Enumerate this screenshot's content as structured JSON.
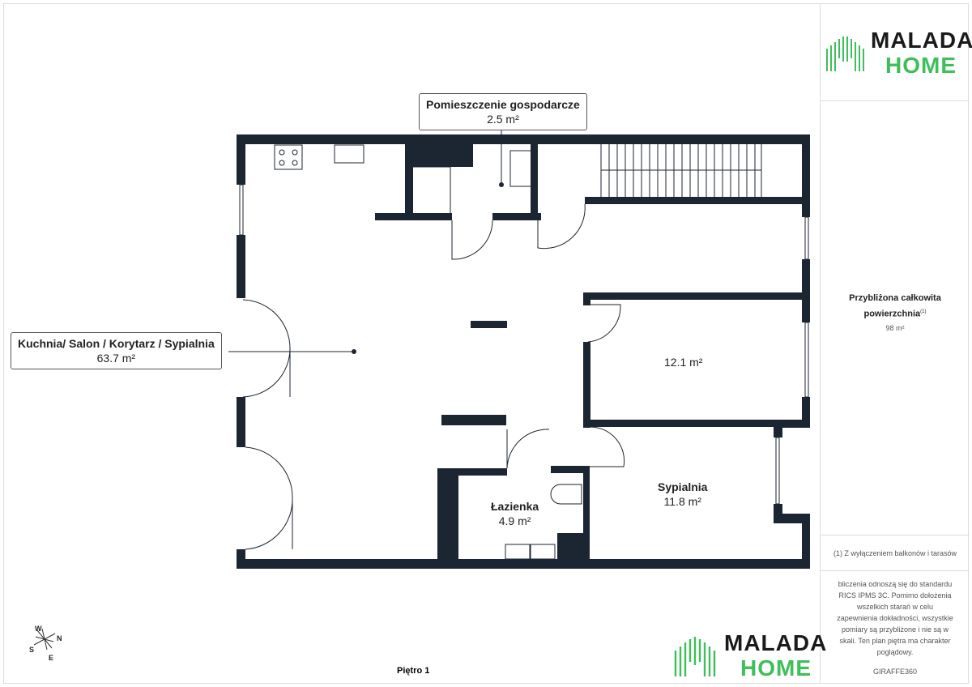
{
  "brand": {
    "line1": "MALADA",
    "line2": "HOME",
    "accent": "#3fbf5a",
    "dark": "#1a1a1a"
  },
  "total": {
    "label": "Przybliżona całkowita powierzchnia",
    "sup": "(1)",
    "value": "98 m²"
  },
  "footnote": "(1) Z wyłączeniem balkonów i tarasów",
  "disclaimer": "bliczenia odnoszą się do standardu RICS IPMS 3C. Pomimo dołożenia wszelkich starań w celu zapewnienia dokładności, wszystkie pomiary są przybliżone i nie są w skali. Ten plan piętra ma charakter poglądowy.",
  "disclaimer_tail": "GIRAFFE360",
  "rooms": {
    "utility": {
      "name": "Pomieszczenie gospodarcze",
      "area": "2.5 m²"
    },
    "living": {
      "name": "Kuchnia/ Salon / Korytarz / Sypialnia",
      "area": "63.7 m²"
    },
    "room2": {
      "area": "12.1 m²"
    },
    "bedroom": {
      "name": "Sypialnia",
      "area": "11.8 m²"
    },
    "bathroom": {
      "name": "Łazienka",
      "area": "4.9 m²"
    }
  },
  "compass": {
    "w": "W",
    "n": "N",
    "s": "S",
    "e": "E"
  },
  "floor_label": "Piętro 1"
}
